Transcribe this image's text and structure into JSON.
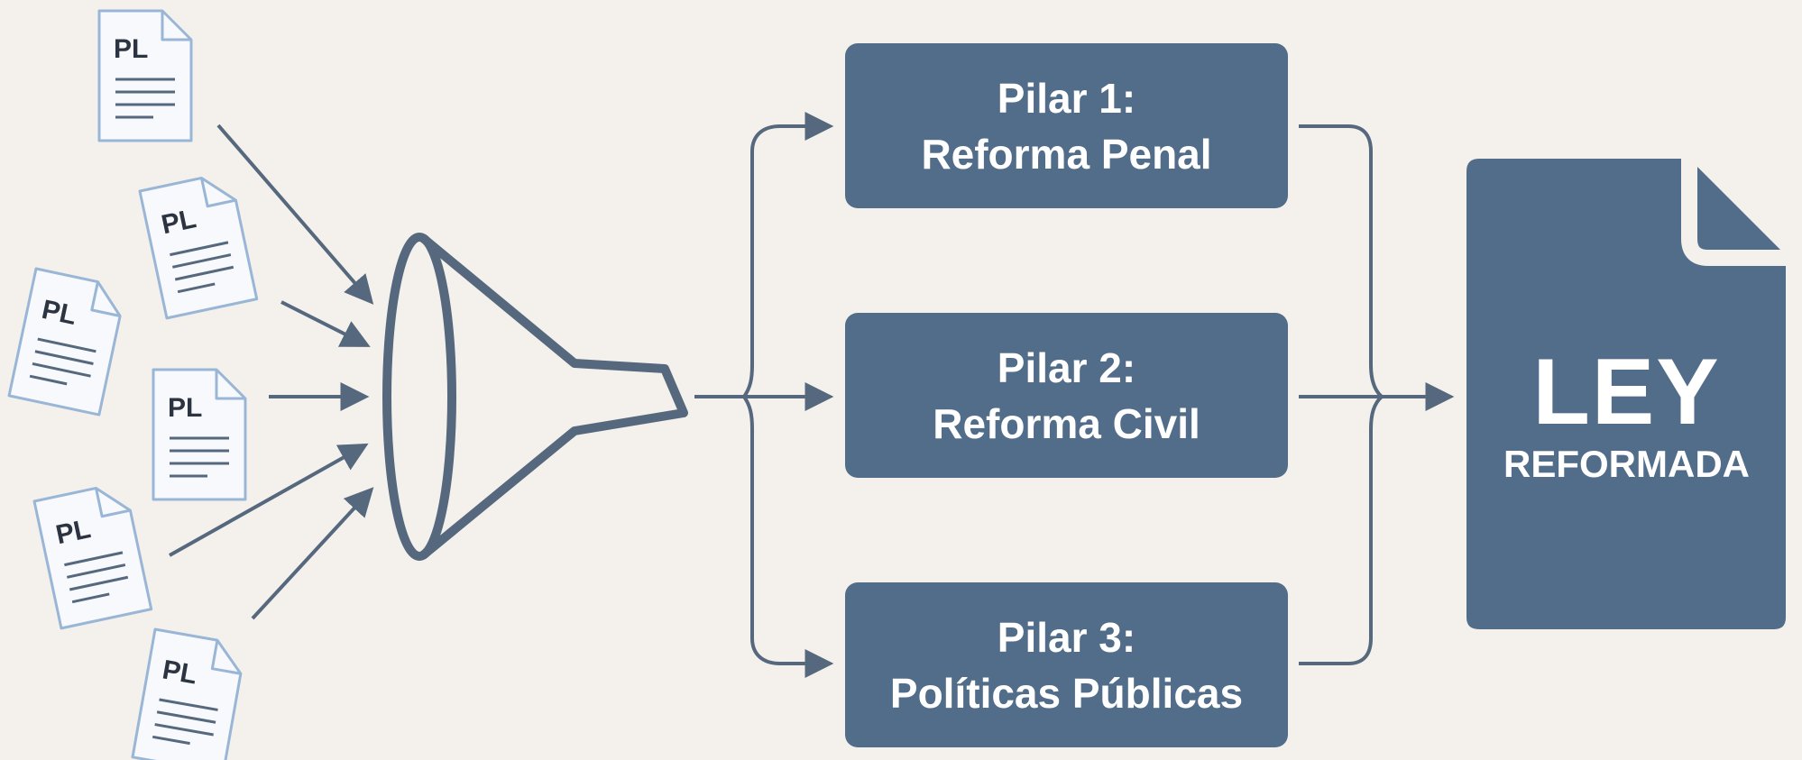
{
  "documents": {
    "label": "PL",
    "count": 6
  },
  "pillars": [
    {
      "title": "Pilar 1:",
      "subtitle": "Reforma Penal"
    },
    {
      "title": "Pilar 2:",
      "subtitle": "Reforma Civil"
    },
    {
      "title": "Pilar 3:",
      "subtitle": "Políticas Públicas"
    }
  ],
  "result": {
    "title": "LEY",
    "subtitle": "REFORMADA"
  },
  "colors": {
    "background": "#f4f1ec",
    "box": "#526d8a",
    "line": "#56687d",
    "document_border": "#9ab6d6",
    "document_fill": "#f7f9fc"
  },
  "icons": {
    "document": "document-icon",
    "funnel": "funnel-icon",
    "arrow": "arrow-icon"
  }
}
